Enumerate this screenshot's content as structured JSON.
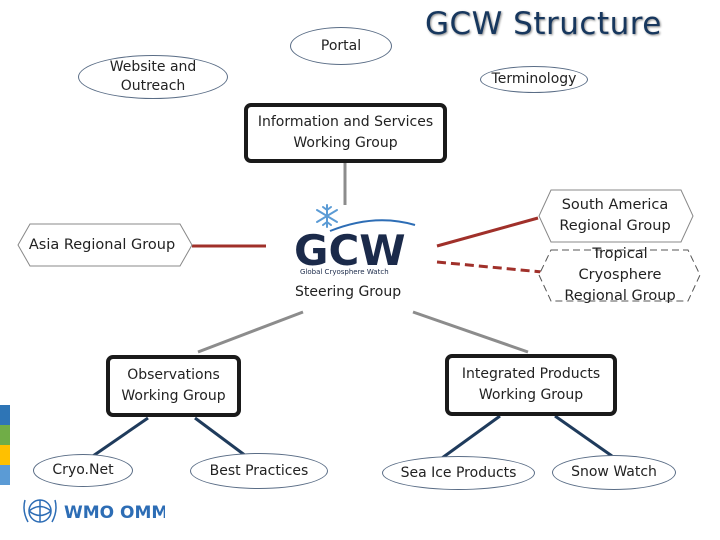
{
  "title": "GCW Structure",
  "nodes": {
    "portal": "Portal",
    "website_outreach": "Website and Outreach",
    "terminology": "Terminology",
    "info_services": "Information and Services Working Group",
    "asia": "Asia Regional Group",
    "south_america": "South America Regional Group",
    "tropical": "Tropical Cryosphere Regional Group",
    "steering": "Steering Group",
    "observations": "Observations Working Group",
    "integrated": "Integrated Products Working Group",
    "cryonet": "Cryo.Net",
    "best_practices": "Best Practices",
    "sea_ice": "Sea Ice Products",
    "snow_watch": "Snow Watch"
  },
  "gcw_logo": {
    "wordmark": "GCW",
    "subtitle": "Global Cryosphere Watch"
  },
  "footer_logo": {
    "text": "WMO OMM"
  },
  "colors": {
    "title": "#17375e",
    "connector": "#1f3b5c",
    "connector_grey": "#8c8c8c",
    "regional_link": "#a0302a",
    "logo_navy": "#1b2a4a",
    "logo_blue": "#2d6db5"
  }
}
